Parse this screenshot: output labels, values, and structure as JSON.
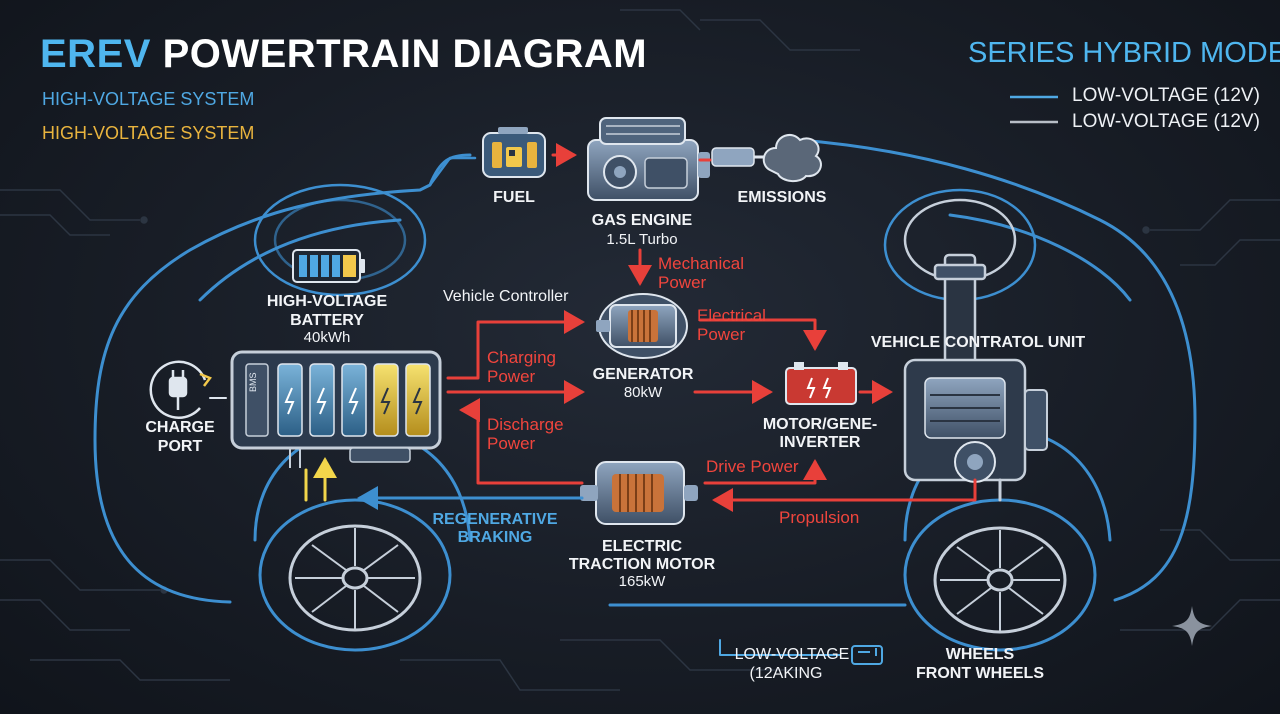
{
  "header": {
    "title_accent": "EREV",
    "title_rest": "POWERTRAIN DIAGRAM",
    "subtitle_blue": "HIGH-VOLTAGE SYSTEM",
    "subtitle_yellow": "HIGH-VOLTAGE SYSTEM"
  },
  "mode_label": "SERIES HYBRID MODE",
  "legend": [
    {
      "label": "LOW-VOLTAGE (12V)",
      "color": "#4fa8e3"
    },
    {
      "label": "LOW-VOLTAGE (12V)",
      "color": "#b8bec7"
    }
  ],
  "components": {
    "fuel": {
      "label": "FUEL"
    },
    "emissions": {
      "label": "EMISSIONS"
    },
    "engine": {
      "label": "GAS ENGINE",
      "spec": "1.5L Turbo"
    },
    "battery": {
      "label_line1": "HIGH-VOLTAGE",
      "label_line2": "BATTERY",
      "spec": "40kWh",
      "bms_label": "BMS"
    },
    "charge_port": {
      "label_line1": "CHARGE",
      "label_line2": "PORT"
    },
    "vehicle_controller": {
      "label": "Vehicle Controller"
    },
    "generator": {
      "label": "GENERATOR",
      "spec": "80kW"
    },
    "inverter": {
      "label_line1": "MOTOR/GENE-",
      "label_line2": "INVERTER"
    },
    "vehicle_control_unit": {
      "label": "VEHICLE CONTRATOL UNIT"
    },
    "traction_motor": {
      "label_line1": "ELECTRIC",
      "label_line2": "TRACTION MOTOR",
      "spec": "165kW"
    },
    "wheels": {
      "label_line1": "WHEELS",
      "label_line2": "FRONT WHEELS"
    },
    "low_voltage_box": {
      "label_line1": "LOW-VOLTAGE",
      "label_line2": "(12AKING"
    }
  },
  "flows": {
    "mechanical_line1": "Mechanical",
    "mechanical_line2": "Power",
    "electrical_line1": "Electrical",
    "electrical_line2": "Power",
    "charging_line1": "Charging",
    "charging_line2": "Power",
    "discharge_line1": "Discharge",
    "discharge_line2": "Power",
    "drive_power": "Drive Power",
    "propulsion": "Propulsion",
    "regen_line1": "REGENERATIVE",
    "regen_line2": "BRAKING"
  },
  "colors": {
    "outline_blue": "#3d8fd0",
    "flow_red": "#e8403a",
    "flow_yellow": "#f2d64b",
    "flow_blue": "#3d8fd0"
  }
}
